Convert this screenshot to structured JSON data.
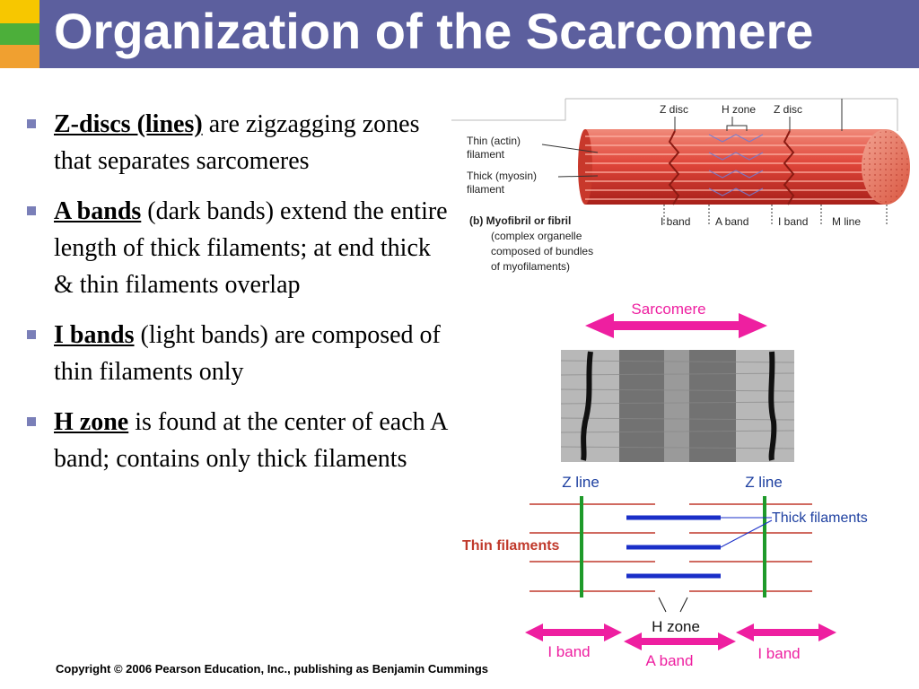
{
  "slide": {
    "title": "Organization of the Scarcomere",
    "copyright": "Copyright © 2006 Pearson Education, Inc., publishing as Benjamin Cummings",
    "colors": {
      "title_bar": "#5c5f9e",
      "accent_pink": "#ee1fa0",
      "z_line": "#1e9a2a",
      "thick": "#1a2fc8",
      "thin": "#c0392b"
    }
  },
  "bullets": [
    {
      "term": "Z-discs (lines)",
      "rest": " are zigzagging zones that separates sarcomeres"
    },
    {
      "term": "A bands",
      "rest": " (dark bands) extend the entire length of thick filaments; at end thick & thin filaments overlap"
    },
    {
      "term": "I bands",
      "rest": " (light bands) are composed of thin filaments only"
    },
    {
      "term": "H zone",
      "rest": " is found at the center of each A band; contains only thick filaments"
    }
  ],
  "myofibril": {
    "labels": {
      "z_disc_left": "Z disc",
      "h_zone": "H zone",
      "z_disc_right": "Z disc",
      "thin_actin_1": "Thin (actin)",
      "thin_actin_2": "filament",
      "thick_myosin_1": "Thick (myosin)",
      "thick_myosin_2": "filament",
      "i_band_left": "I band",
      "a_band": "A band",
      "i_band_right": "I band",
      "m_line": "M line",
      "caption_head": "(b) Myofibril or fibril",
      "caption_1": "(complex organelle",
      "caption_2": "composed of bundles",
      "caption_3": "of myofilaments)"
    }
  },
  "sarcomere": {
    "label": "Sarcomere",
    "z_line_left": "Z line",
    "z_line_right": "Z line",
    "thick_filaments": "Thick filaments",
    "thin_filaments": "Thin filaments",
    "h_zone": "H zone",
    "i_band_left": "I band",
    "a_band": "A band",
    "i_band_right": "I band"
  }
}
